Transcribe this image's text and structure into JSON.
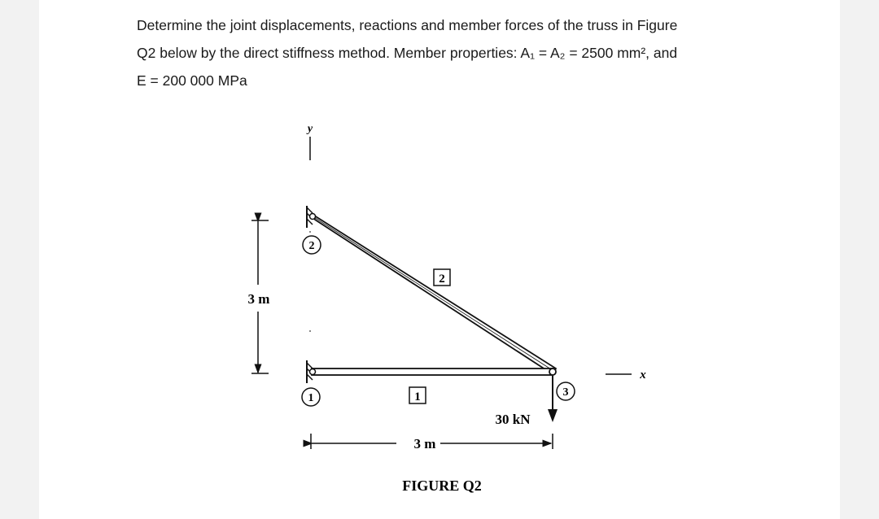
{
  "problem": {
    "line1": "Determine the joint displacements, reactions and member forces of the truss in Figure",
    "line2": "Q2 below by the direct stiffness method. Member properties: A₁ = A₂ = 2500 mm², and",
    "line3": "E = 200 000 MPa"
  },
  "figure": {
    "axis_y": "y",
    "axis_x": "x",
    "height_dim": "3 m",
    "width_dim": "3 m",
    "load": "30 kN",
    "node1": "1",
    "node2": "2",
    "node3": "3",
    "member1": "1",
    "member2": "2",
    "caption": "FIGURE Q2"
  }
}
